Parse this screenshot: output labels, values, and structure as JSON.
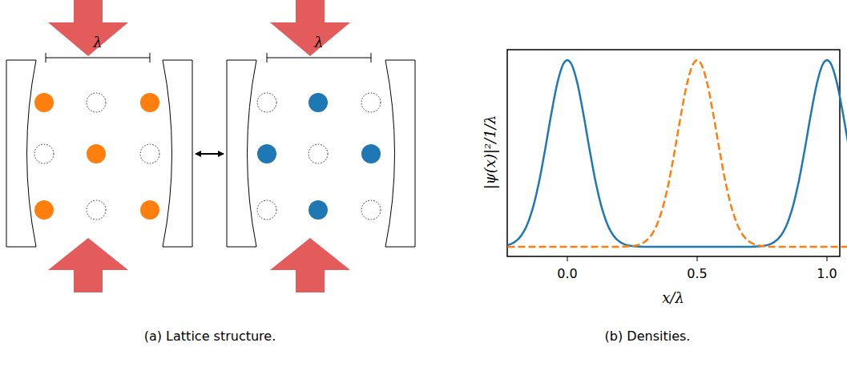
{
  "diagram": {
    "labels": [
      "λ",
      "λ",
      "|ψ(x)|²/1/λ",
      "0.0",
      "0.5",
      "1.0",
      "x/λ",
      "(a) Lattice structure.",
      "(b) Densities."
    ]
  }
}
